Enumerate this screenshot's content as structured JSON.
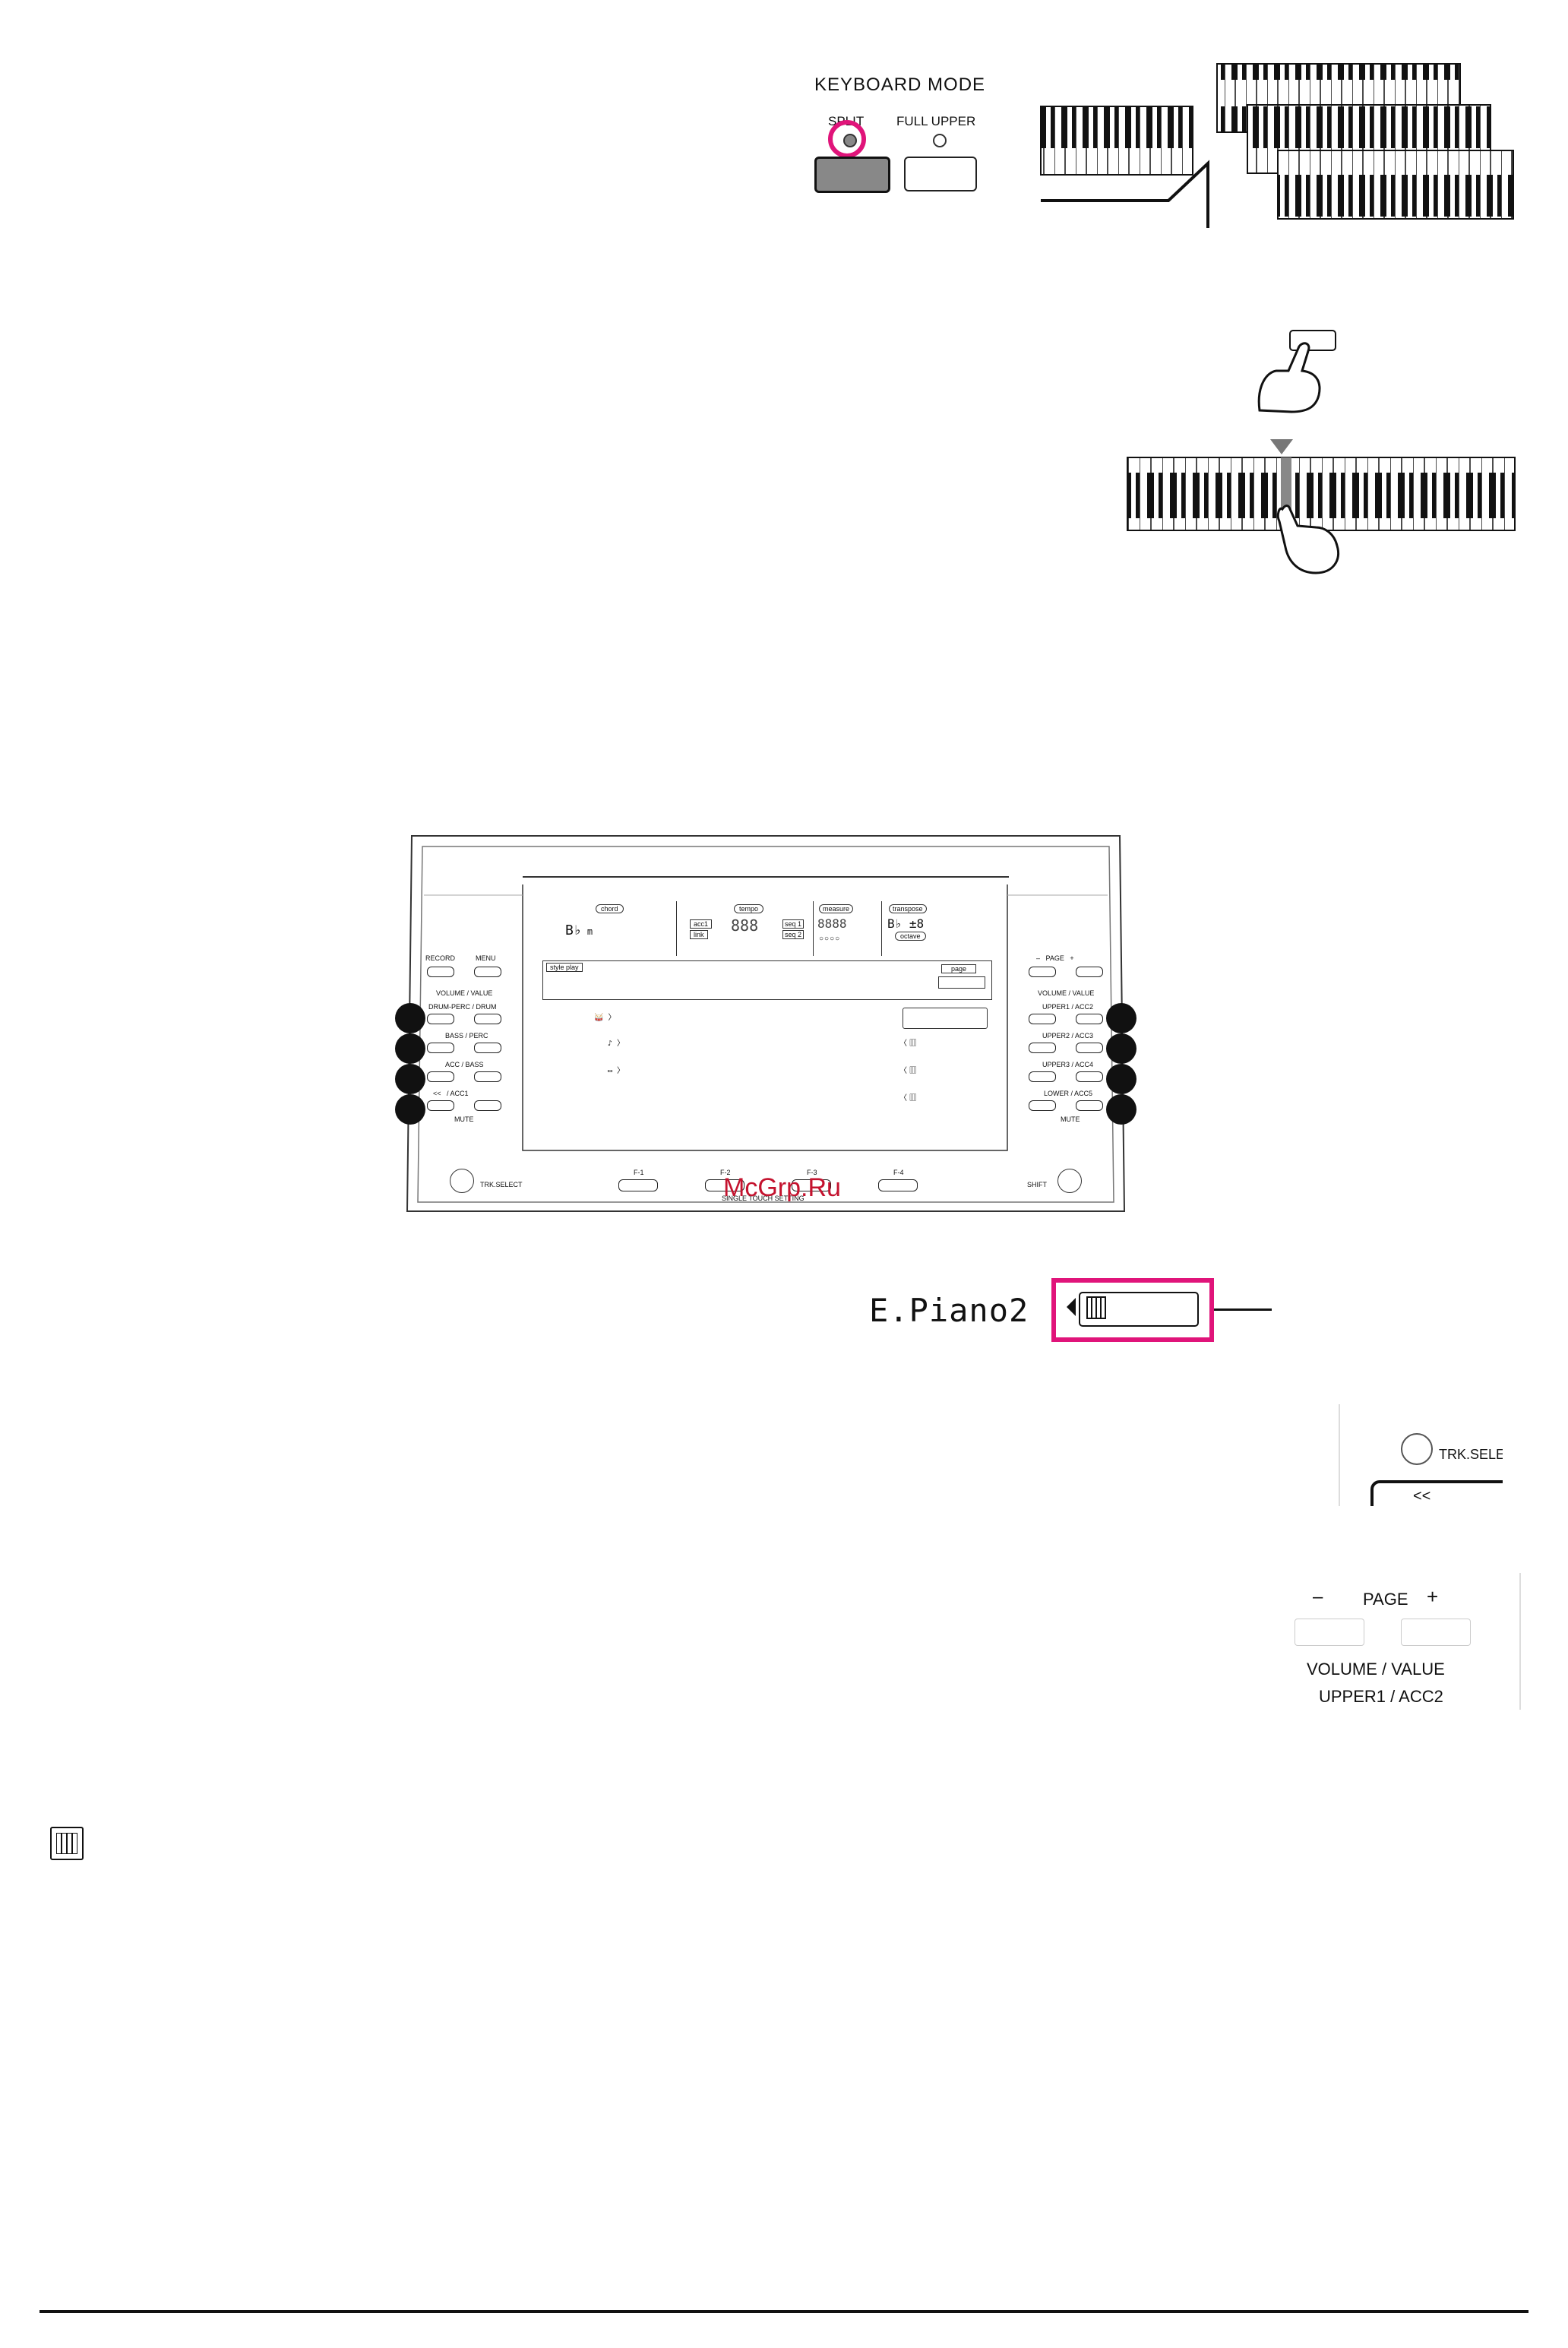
{
  "keyboard_mode": {
    "title": "KEYBOARD MODE",
    "split_label": "SPLIT",
    "full_upper_label": "FULL UPPER",
    "highlight_color": "#e0147a"
  },
  "panel": {
    "left": {
      "record": "RECORD",
      "menu": "MENU",
      "volume_value": "VOLUME / VALUE",
      "row1": "DRUM-PERC / DRUM",
      "row2": "BASS / PERC",
      "row3": "ACC / BASS",
      "row4": "<<   / ACC1",
      "mute": "MUTE"
    },
    "right": {
      "page": "–   PAGE   +",
      "volume_value": "VOLUME / VALUE",
      "row1": "UPPER1 / ACC2",
      "row2": "UPPER2 / ACC3",
      "row3": "UPPER3 / ACC4",
      "row4": "LOWER / ACC5",
      "mute": "MUTE"
    },
    "display": {
      "chord": "chord",
      "tempo": "tempo",
      "measure": "measure",
      "transpose": "transpose",
      "octave": "octave",
      "style_play": "style play",
      "page": "page",
      "acc1": "acc1",
      "link": "link",
      "g1": "seq 1",
      "g2": "seq 2"
    },
    "bottom": {
      "trk_select": "TRK.SELECT",
      "f1": "F-1",
      "f2": "F-2",
      "f3": "F-3",
      "f4": "F-4",
      "single_touch": "SINGLE TOUCH SETTING",
      "shift": "SHIFT"
    },
    "watermark": "McGrp.Ru"
  },
  "track_display": {
    "name": "E.Piano2",
    "highlight_color": "#e0147a"
  },
  "trk_select_crop": {
    "label": "TRK.SELE",
    "button": "<<"
  },
  "page_crop": {
    "minus": "–",
    "page": "PAGE",
    "plus": "+",
    "volume_value": "VOLUME / VALUE",
    "upper1": "UPPER1 / ACC2"
  }
}
